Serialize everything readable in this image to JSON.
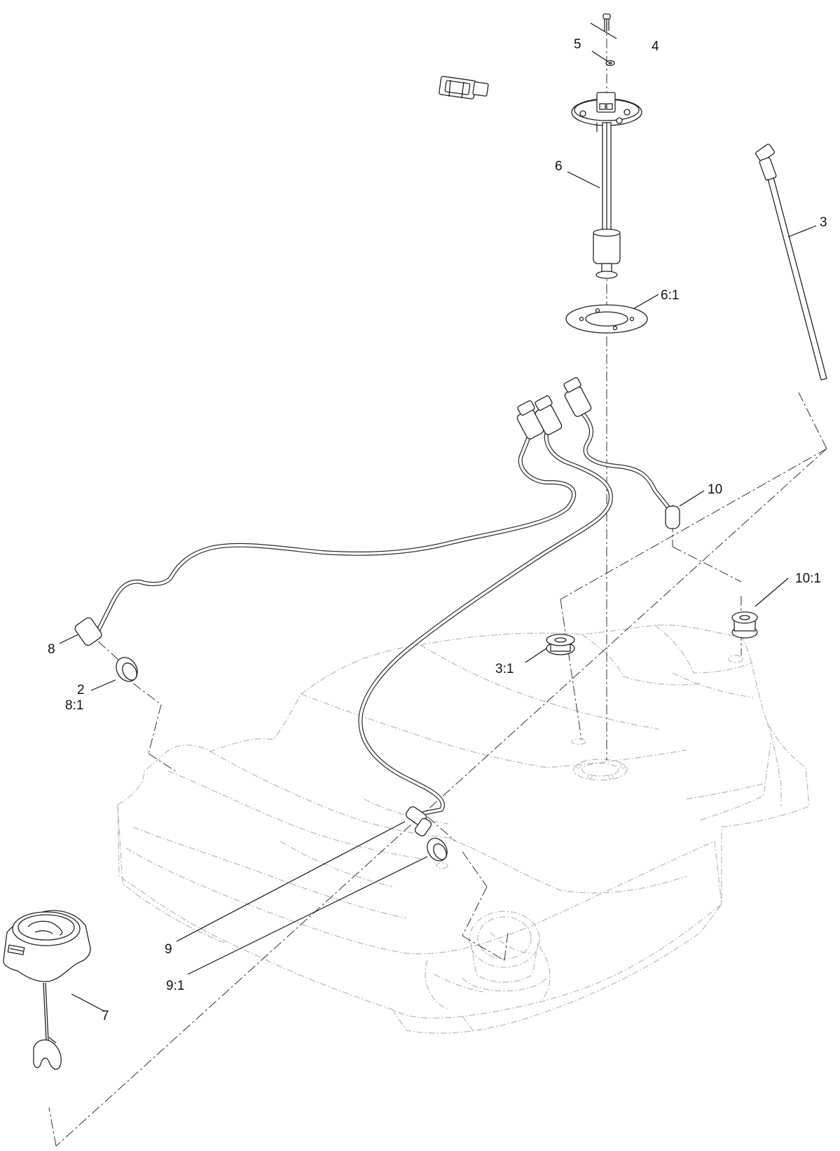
{
  "callouts": {
    "c1": "4",
    "c2": "5",
    "c3": "6",
    "c4": "3",
    "c5": "6:1",
    "c6": "10",
    "c7": "10:1",
    "c8": "8",
    "c9": "3:1",
    "c10": "2",
    "c11": "8:1",
    "c12": "9",
    "c13": "9:1",
    "c14": "7"
  },
  "colors": {
    "linework": "#222222",
    "phantom": "#b7b7b7",
    "background": "#ffffff"
  }
}
